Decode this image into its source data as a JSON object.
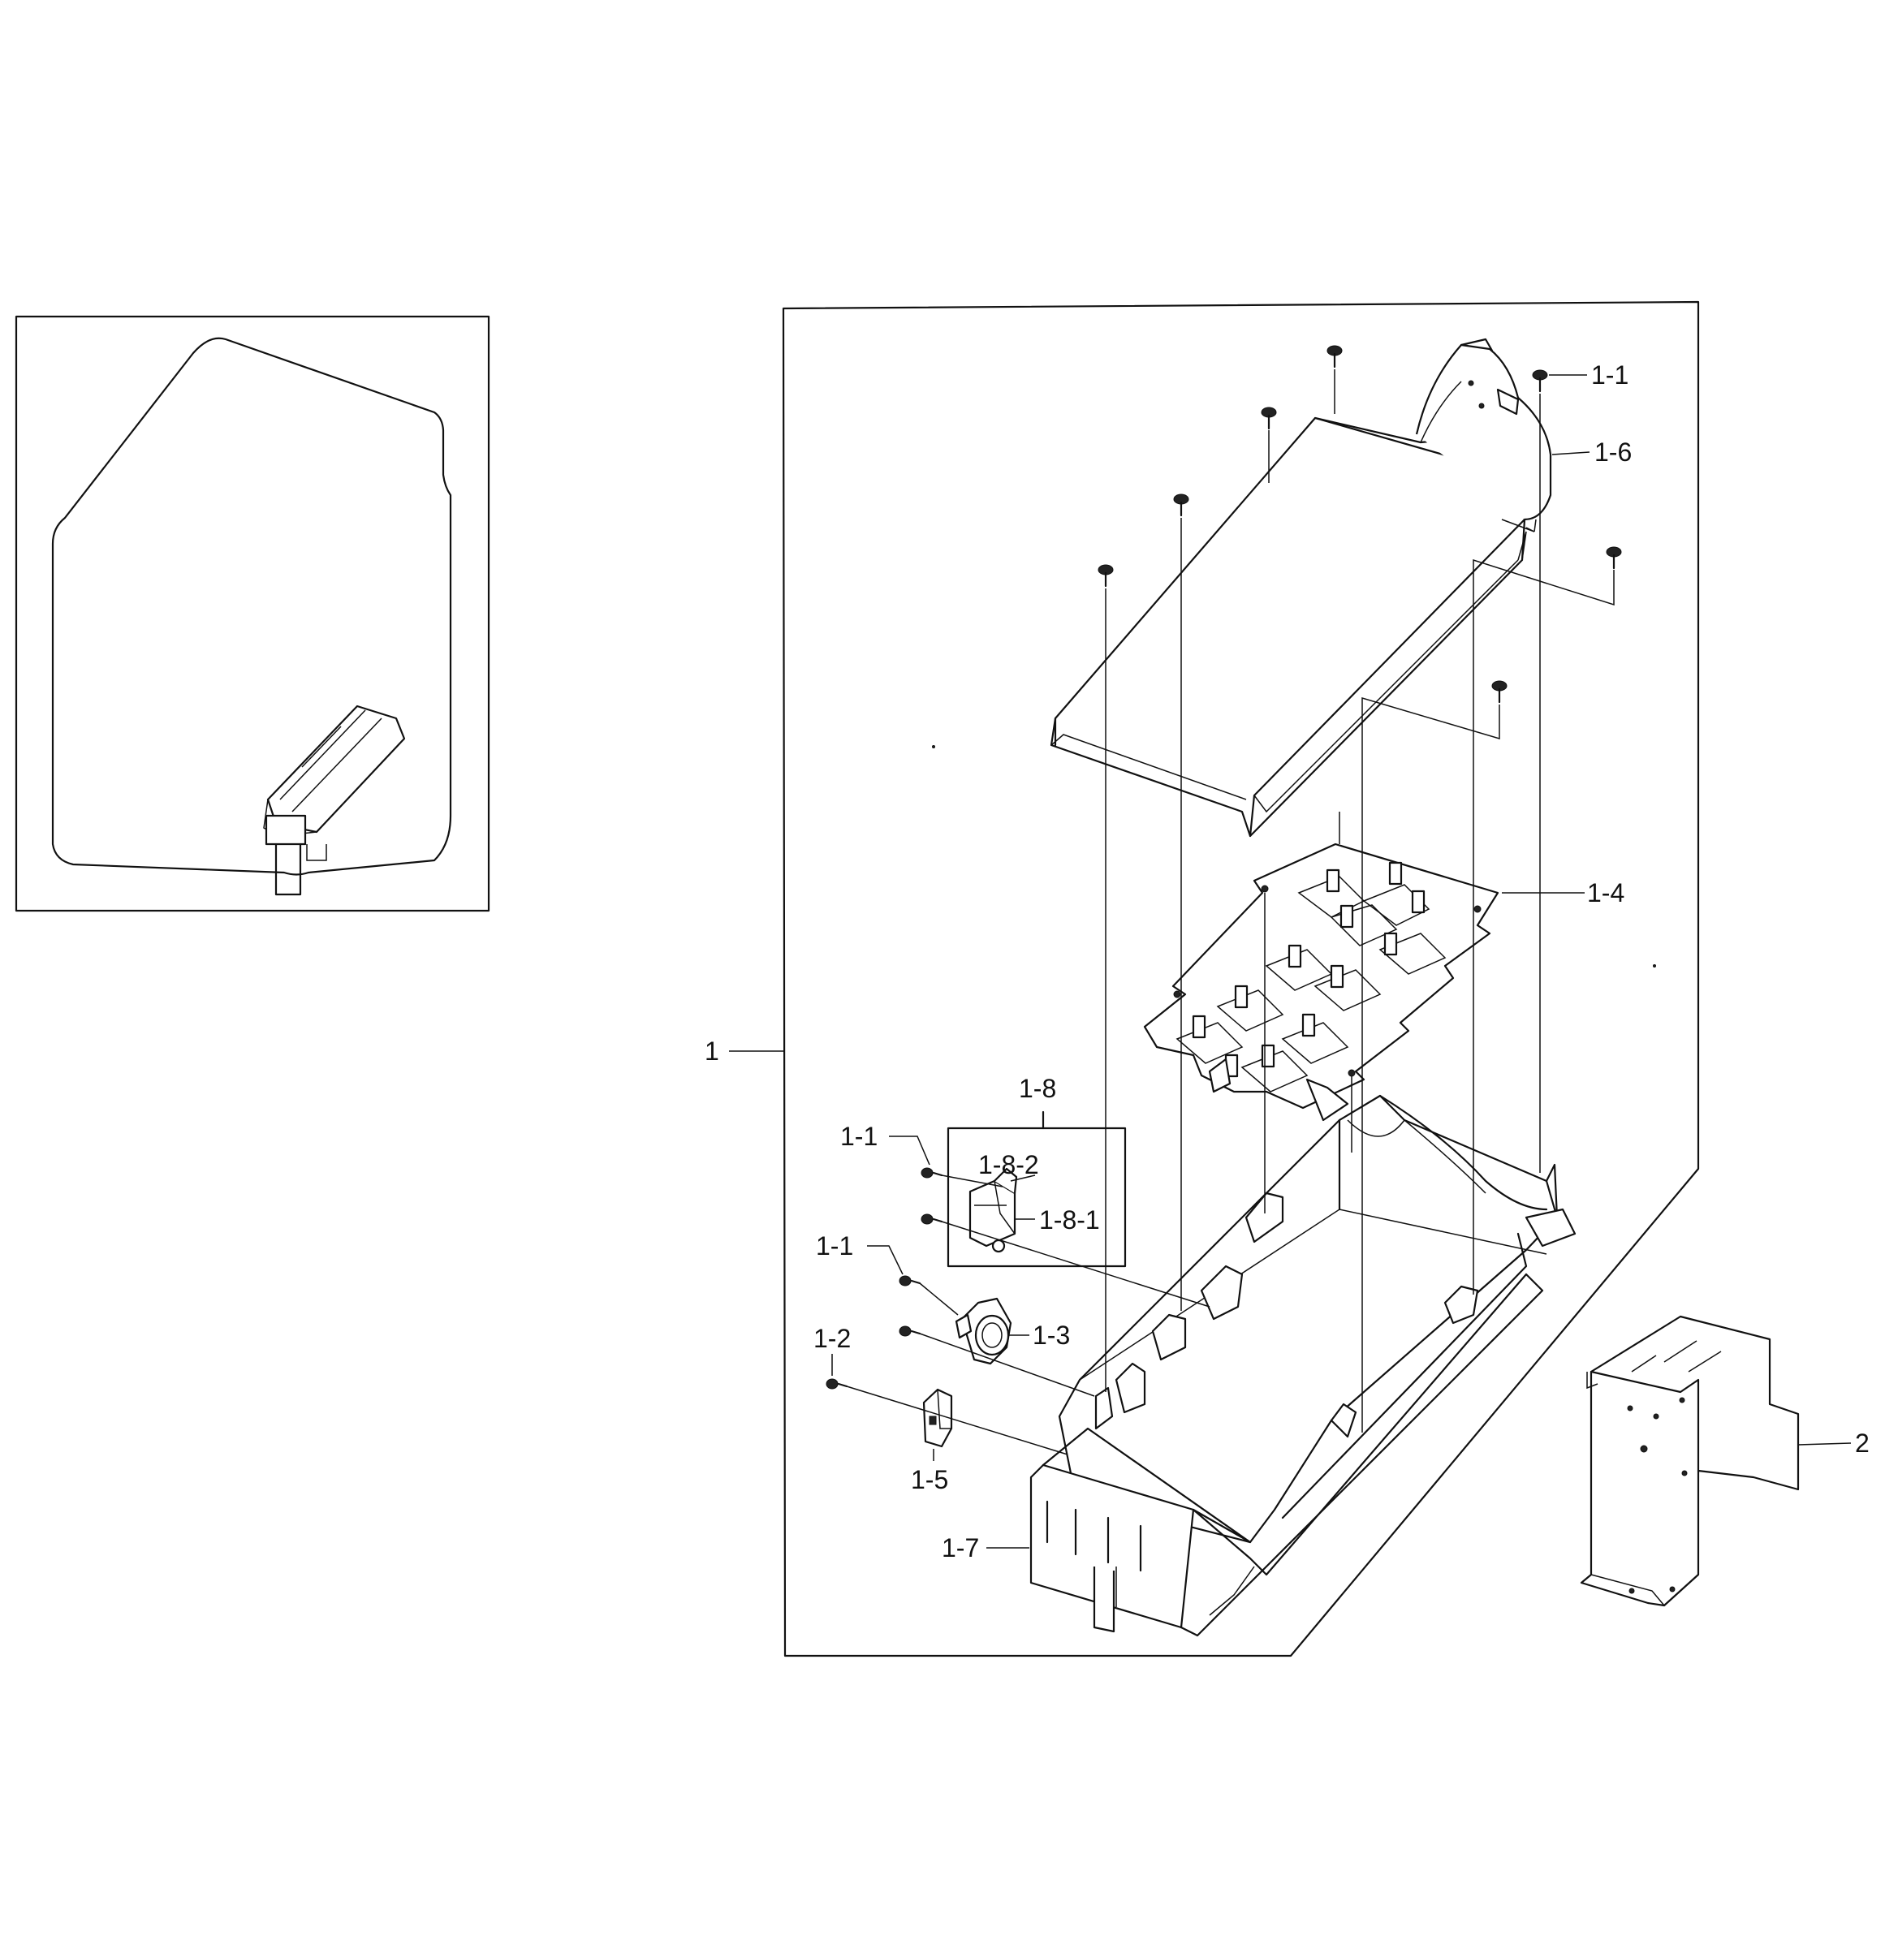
{
  "callouts": {
    "c_1": "1",
    "c_1_1_top": "1-1",
    "c_1_6": "1-6",
    "c_1_4": "1-4",
    "c_1_8": "1-8",
    "c_1_1_a": "1-1",
    "c_1_8_2": "1-8-2",
    "c_1_8_1": "1-8-1",
    "c_1_1_b": "1-1",
    "c_1_3": "1-3",
    "c_1_2": "1-2",
    "c_1_5": "1-5",
    "c_1_7": "1-7",
    "c_2": "2"
  }
}
